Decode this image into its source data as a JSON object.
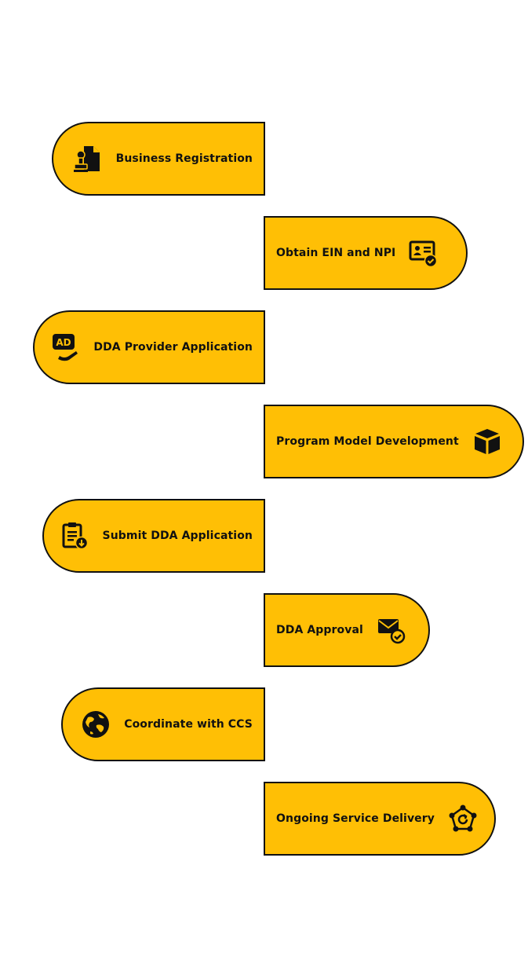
{
  "colors": {
    "fill": "#ffbf05",
    "stroke": "#111111",
    "background": "#ffffff"
  },
  "steps": [
    {
      "label": "Business Registration",
      "icon": "registration-stamp-icon",
      "side": "left"
    },
    {
      "label": "Obtain EIN and NPI",
      "icon": "id-card-check-icon",
      "side": "right"
    },
    {
      "label": "DDA Provider Application",
      "icon": "ad-hand-icon",
      "side": "left"
    },
    {
      "label": "Program Model Development",
      "icon": "box-icon",
      "side": "right"
    },
    {
      "label": "Submit DDA Application",
      "icon": "clipboard-download-icon",
      "side": "left"
    },
    {
      "label": "DDA Approval",
      "icon": "mail-check-icon",
      "side": "right"
    },
    {
      "label": "Coordinate with CCS",
      "icon": "globe-icon",
      "side": "left"
    },
    {
      "label": "Ongoing Service Delivery",
      "icon": "cycle-network-icon",
      "side": "right"
    }
  ]
}
